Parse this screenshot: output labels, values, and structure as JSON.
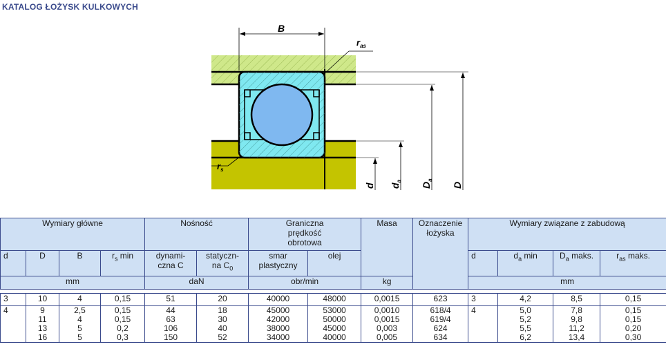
{
  "title": "KATALOG ŁOŻYSK KULKOWYCH",
  "drawing": {
    "dim_B": "B",
    "dim_ras": "r",
    "dim_ras_sub": "as",
    "dim_rs": "r",
    "dim_rs_sub": "s",
    "dim_d": "d",
    "dim_da": "d",
    "dim_da_sub": "a",
    "dim_Da": "D",
    "dim_Da_sub": "a",
    "dim_D": "D",
    "colors": {
      "housing": "#cfe88a",
      "shaft": "#c4c400",
      "ring": "#7fe8f0",
      "ball": "#7fb8f0"
    }
  },
  "table": {
    "group_wymiary": "Wymiary główne",
    "group_nosnosc": "Nośność",
    "group_predkosc": [
      "Graniczna",
      "prędkość",
      "obrotowa"
    ],
    "group_masa": "Masa",
    "group_oznaczenie": [
      "Oznaczenie",
      "łożyska"
    ],
    "group_zabudowa": "Wymiary związane z zabudową",
    "col_d": "d",
    "col_D": "D",
    "col_B": "B",
    "col_rs": [
      "r",
      "s",
      " min"
    ],
    "col_dyn": [
      "dynami-",
      "czna C"
    ],
    "col_stat": [
      "statyczn-",
      "na C",
      "0"
    ],
    "col_smar": [
      "smar",
      "plastyczny"
    ],
    "col_olej": "olej",
    "col_zd": "d",
    "col_da": [
      "d",
      "a",
      " min"
    ],
    "col_Da": [
      "D",
      "a",
      " maks."
    ],
    "col_ras": [
      "r",
      "as",
      " maks."
    ],
    "unit_mm": "mm",
    "unit_dan": "daN",
    "unit_obr": "obr/min",
    "unit_kg": "kg",
    "unit_mm2": "mm",
    "row1": {
      "d": "3",
      "D": "10",
      "B": "4",
      "rs": "0,15",
      "C": "51",
      "C0": "20",
      "smar": "40000",
      "olej": "48000",
      "masa": "0,0015",
      "ozn": "623",
      "zd": "3",
      "da": "4,2",
      "Da": "8,5",
      "ras": "0,15"
    },
    "row2": {
      "d": "4",
      "D": [
        "9",
        "11",
        "13",
        "16"
      ],
      "B": [
        "2,5",
        "4",
        "5",
        "5"
      ],
      "rs": [
        "0,15",
        "0,15",
        "0,2",
        "0,3"
      ],
      "C": [
        "44",
        "63",
        "106",
        "150"
      ],
      "C0": [
        "18",
        "30",
        "40",
        "52"
      ],
      "smar": [
        "45000",
        "42000",
        "38000",
        "34000"
      ],
      "olej": [
        "53000",
        "50000",
        "45000",
        "40000"
      ],
      "masa": [
        "0,0010",
        "0,0015",
        "0,003",
        "0,005"
      ],
      "ozn": [
        "618/4",
        "619/4",
        "624",
        "634"
      ],
      "zd": "4",
      "da": [
        "5,0",
        "5,2",
        "5,5",
        "6,2"
      ],
      "Da": [
        "7,8",
        "9,8",
        "11,2",
        "13,4"
      ],
      "ras": [
        "0,15",
        "0,15",
        "0,20",
        "0,30"
      ]
    }
  }
}
